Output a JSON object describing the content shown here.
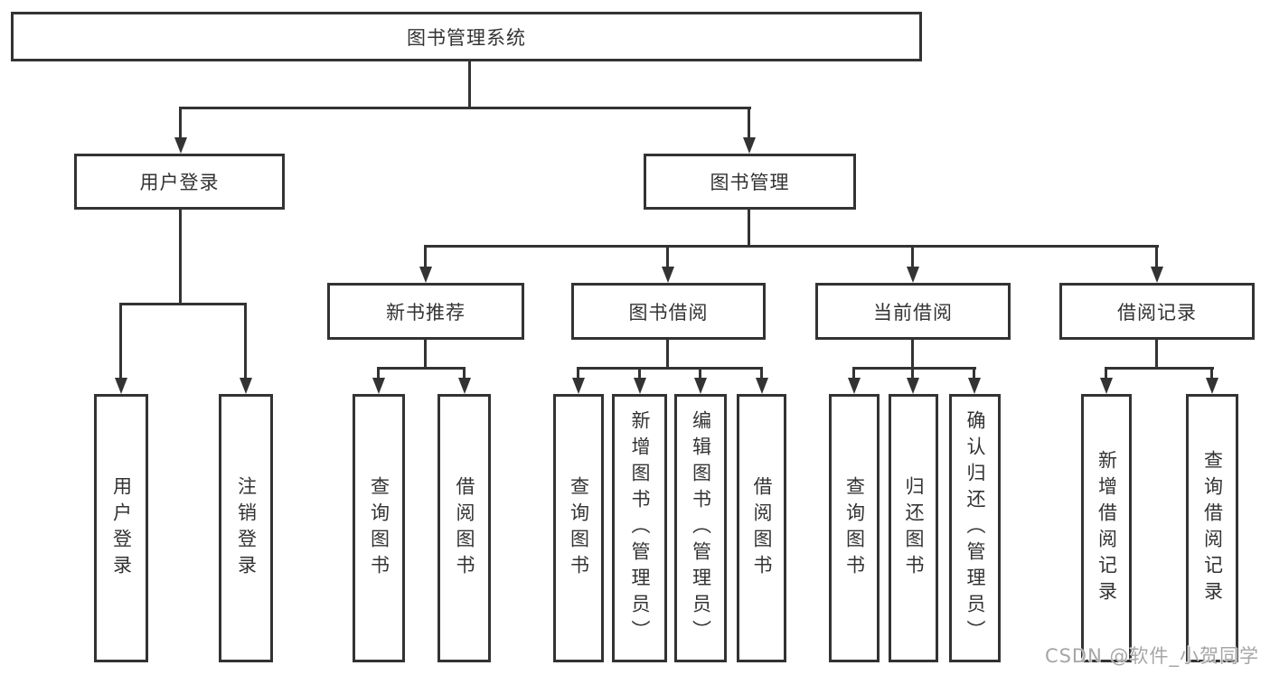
{
  "tree": {
    "root": {
      "label": "图书管理系统"
    },
    "level2": [
      {
        "label": "用户登录"
      },
      {
        "label": "图书管理"
      }
    ],
    "level3": [
      {
        "label": "新书推荐"
      },
      {
        "label": "图书借阅"
      },
      {
        "label": "当前借阅"
      },
      {
        "label": "借阅记录"
      }
    ],
    "leaves": {
      "user_login": [
        {
          "label": "用户登录"
        },
        {
          "label": "注销登录"
        }
      ],
      "new_book": [
        {
          "label": "查询图书"
        },
        {
          "label": "借阅图书"
        }
      ],
      "book_borrow": [
        {
          "label": "查询图书"
        },
        {
          "label": "新增图书（管理员）"
        },
        {
          "label": "编辑图书（管理员）"
        },
        {
          "label": "借阅图书"
        }
      ],
      "current_borrow": [
        {
          "label": "查询图书"
        },
        {
          "label": "归还图书"
        },
        {
          "label": "确认归还（管理员）"
        }
      ],
      "borrow_record": [
        {
          "label": "新增借阅记录"
        },
        {
          "label": "查询借阅记录"
        }
      ]
    }
  },
  "watermark": "CSDN @软件_小贺同学",
  "colors": {
    "line": "#333333",
    "text": "#333333",
    "background": "#ffffff",
    "watermark": "#a6a6a6"
  }
}
